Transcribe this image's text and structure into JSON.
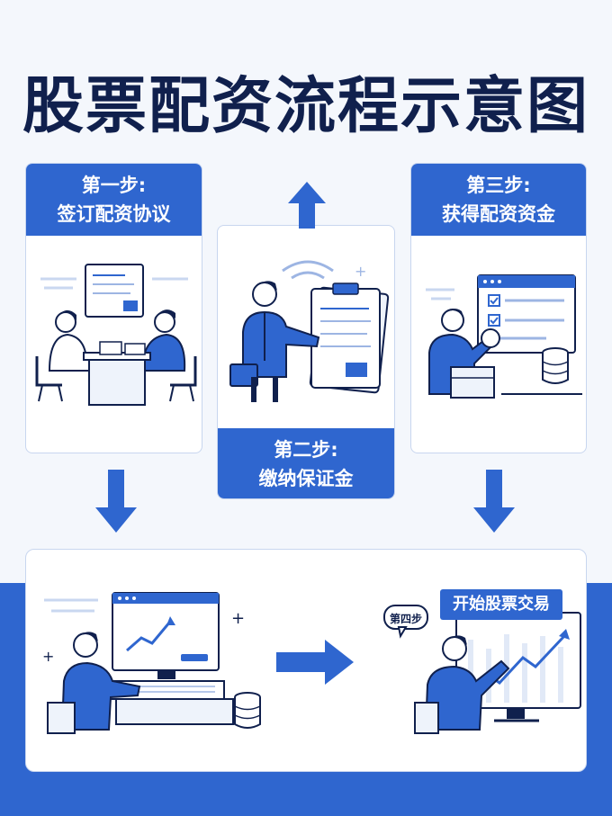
{
  "title": "股票配资流程示意图",
  "steps": [
    {
      "label": "第一步:",
      "name": "签订配资协议"
    },
    {
      "label": "第二步:",
      "name": "缴纳保证金"
    },
    {
      "label": "第三步:",
      "name": "获得配资资金"
    }
  ],
  "step4": {
    "bubble": "第四步",
    "banner": "开始股票交易"
  },
  "colors": {
    "primary": "#2f66cf",
    "dark": "#10204d",
    "background": "#f4f7fc"
  }
}
